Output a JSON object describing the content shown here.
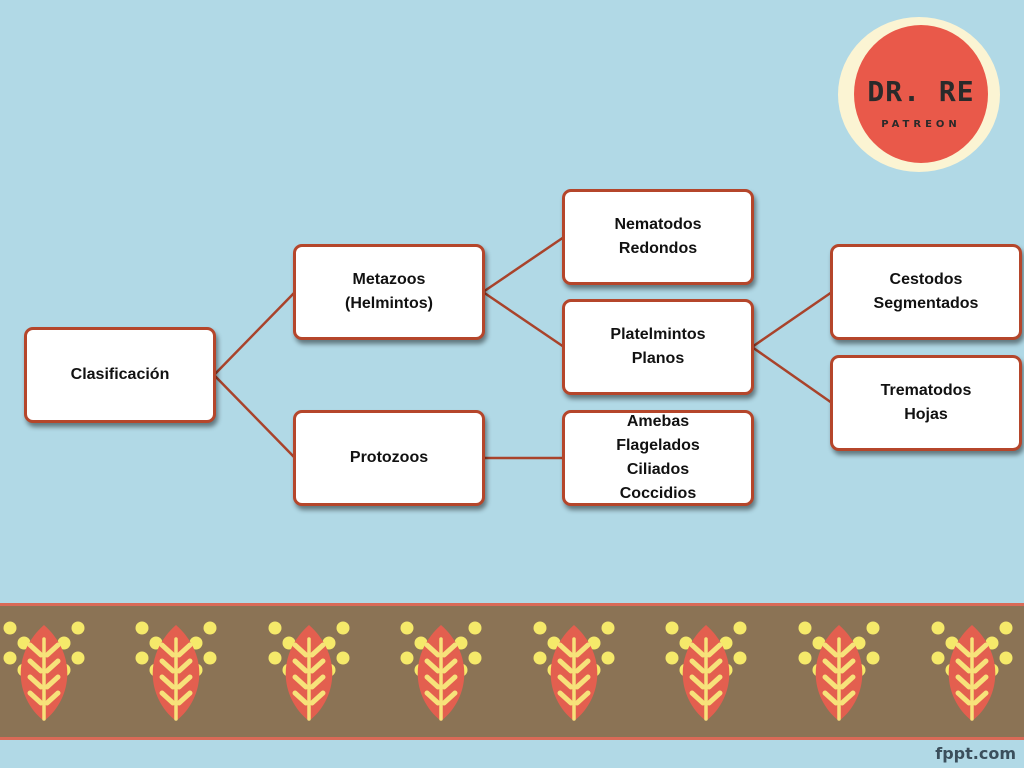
{
  "diagram": {
    "nodes": [
      {
        "id": "root",
        "label": "Clasificación"
      },
      {
        "id": "metazoos",
        "label": "Metazoos\n(Helmintos)"
      },
      {
        "id": "protozoos",
        "label": "Protozoos"
      },
      {
        "id": "nematodos",
        "label": "Nematodos\nRedondos"
      },
      {
        "id": "platelmintos",
        "label": "Platelmintos\nPlanos"
      },
      {
        "id": "protozoa_types",
        "label": "Amebas\nFlagelados\nCiliados\nCoccidios"
      },
      {
        "id": "cestodos",
        "label": "Cestodos\nSegmentados"
      },
      {
        "id": "trematodos",
        "label": "Trematodos\nHojas"
      }
    ],
    "edges": [
      {
        "from": "root",
        "to": "metazoos"
      },
      {
        "from": "root",
        "to": "protozoos"
      },
      {
        "from": "metazoos",
        "to": "nematodos"
      },
      {
        "from": "metazoos",
        "to": "platelmintos"
      },
      {
        "from": "protozoos",
        "to": "protozoa_types"
      },
      {
        "from": "platelmintos",
        "to": "cestodos"
      },
      {
        "from": "platelmintos",
        "to": "trematodos"
      }
    ]
  },
  "logo": {
    "title": "DR. RE",
    "subtitle": "PATREON"
  },
  "footer": {
    "brand": "fppt.com"
  },
  "colors": {
    "background": "#b1d9e6",
    "node_border": "#b5462b",
    "connector": "#a9432b",
    "band": "#8b7355",
    "band_edge": "#d96a57",
    "leaf": "#e35f4f",
    "leaf_vein": "#f7e27a",
    "dot": "#f5e96a"
  }
}
